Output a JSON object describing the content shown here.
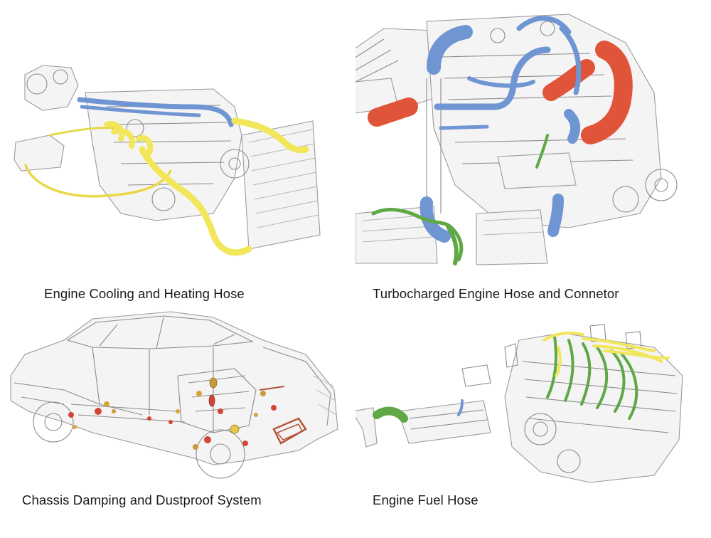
{
  "panels": [
    {
      "id": "cooling",
      "caption": "Engine Cooling and Heating Hose"
    },
    {
      "id": "turbo",
      "caption": "Turbocharged Engine Hose and Connetor"
    },
    {
      "id": "chassis",
      "caption": "Chassis Damping and Dustproof System"
    },
    {
      "id": "fuel",
      "caption": "Engine Fuel Hose"
    }
  ],
  "colors": {
    "yellow_hose": "#f2e65a",
    "blue_hose": "#6f95d3",
    "red_hose": "#e0553a",
    "green_hose": "#5fa845",
    "line_art": "#8c8c8c"
  }
}
